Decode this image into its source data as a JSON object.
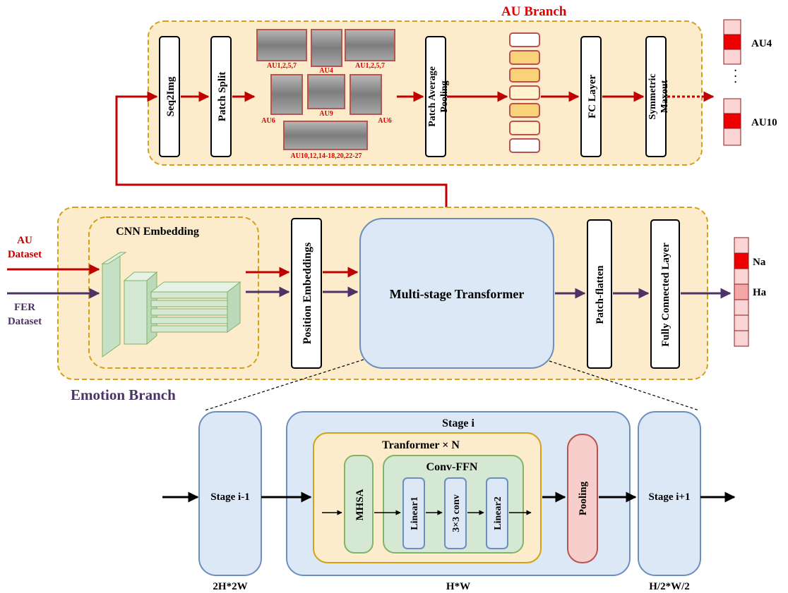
{
  "au_branch": {
    "title": "AU Branch",
    "seq2img": "Seq2Img",
    "patch_split": "Patch Split",
    "patch_avg_pooling": "Patch Average Pooling",
    "fc_layer": "FC Layer",
    "symmetric_maxout": "Symmetric Maxout",
    "face_labels": [
      "AU1,2,5,7",
      "AU4",
      "AU1,2,5,7",
      "AU6",
      "AU9",
      "AU6",
      "AU10,12,14-18,20,22-27"
    ],
    "outputs": [
      "AU4",
      "AU10"
    ],
    "ellipsis": "· · ·"
  },
  "emotion_branch": {
    "title": "Emotion Branch",
    "inputs": [
      "AU\nDataset",
      "FER\nDataset"
    ],
    "cnn_embedding": "CNN Embedding",
    "position_embeddings": "Position Embeddings",
    "transformer": "Multi-stage Transformer",
    "patch_flatten": "Patch-flatten",
    "fully_connected": "Fully Connected Layer",
    "outputs": [
      "Na",
      "Ha"
    ]
  },
  "stage_detail": {
    "stage_prev": "Stage i-1",
    "stage_i": "Stage i",
    "stage_next": "Stage i+1",
    "transformer_n": "Tranformer × N",
    "mhsa": "MHSA",
    "conv_ffn": "Conv-FFN",
    "linear1": "Linear1",
    "conv3": "3×3 conv",
    "linear2": "Linear2",
    "pooling": "Pooling",
    "dims": [
      "2H*2W",
      "H*W",
      "H/2*W/2"
    ]
  },
  "colors": {
    "au_red": "#c00000",
    "emotion_purple": "#4b3267",
    "branch_fill": "#fdeccb",
    "branch_border": "#d4a017",
    "blue_fill": "#dce8f6",
    "blue_border": "#6c8ebf",
    "green_fill": "#d5e8d4",
    "green_border": "#82b366",
    "pink_fill": "#f8cecc",
    "pink_border": "#b85450"
  }
}
